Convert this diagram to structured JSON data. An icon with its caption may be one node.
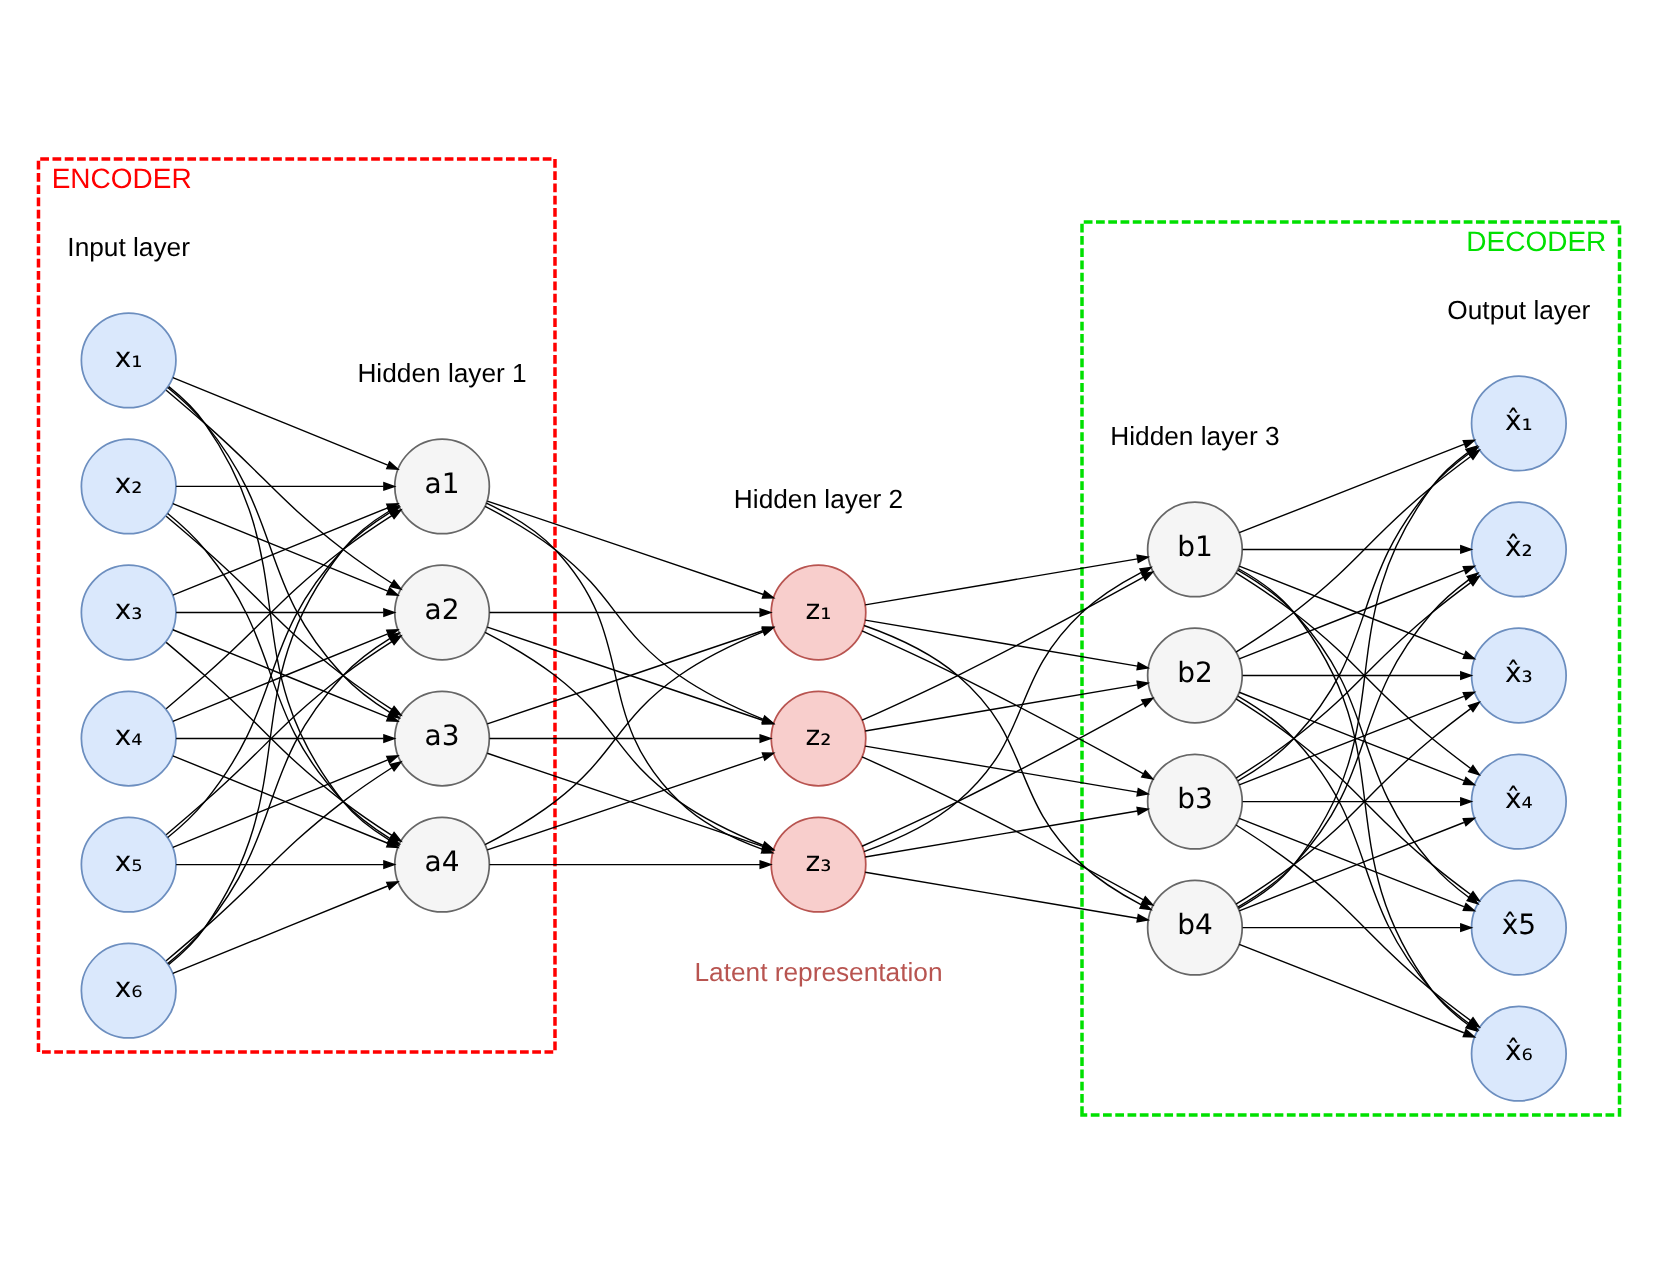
{
  "diagram": {
    "nodes": [
      {
        "text": [
          "ENCODER"
        ]
      },
      {
        "text": [
          "x₁"
        ],
        "in": 0
      },
      {
        "text": [
          "x₂"
        ],
        "in": 0
      },
      {
        "text": [
          "x₃"
        ],
        "in": 0
      },
      {
        "text": [
          "x₄"
        ],
        "in": 0
      },
      {
        "text": [
          "x₅"
        ],
        "in": 0
      },
      {
        "text": [
          "x₆"
        ],
        "in": 0
      },
      {
        "text": [
          "a1"
        ],
        "in": 0
      },
      {
        "text": [
          "a2"
        ],
        "in": 0
      },
      {
        "text": [
          "a3"
        ],
        "in": 0
      },
      {
        "text": [
          "a4"
        ],
        "in": 0
      },
      {
        "text": [
          "z₁"
        ]
      },
      {
        "text": [
          "z₂"
        ]
      },
      {
        "text": [
          "z₃"
        ]
      },
      {
        "text": [
          "DECODER"
        ]
      },
      {
        "text": [
          "b1"
        ],
        "in": 14
      },
      {
        "text": [
          "b2"
        ],
        "in": 14
      },
      {
        "text": [
          "b3"
        ],
        "in": 14
      },
      {
        "text": [
          "b4"
        ],
        "in": 14
      },
      {
        "text": [
          "x̂₁"
        ],
        "in": 14
      },
      {
        "text": [
          "x̂₂"
        ],
        "in": 14
      },
      {
        "text": [
          "x̂₃"
        ],
        "in": 14
      },
      {
        "text": [
          "x̂₄"
        ],
        "in": 14
      },
      {
        "text": [
          "x̂5"
        ],
        "in": 14
      },
      {
        "text": [
          "x̂₆"
        ],
        "in": 14
      }
    ],
    "edges": [
      {
        "from": 1,
        "to": 7,
        "arrow": "to"
      },
      {
        "from": 1,
        "to": 8,
        "arrow": "to"
      },
      {
        "from": 1,
        "to": 9,
        "arrow": "to"
      },
      {
        "from": 1,
        "to": 10,
        "arrow": "to"
      },
      {
        "from": 2,
        "to": 7,
        "arrow": "to"
      },
      {
        "from": 2,
        "to": 8,
        "arrow": "to"
      },
      {
        "from": 2,
        "to": 9,
        "arrow": "to"
      },
      {
        "from": 2,
        "to": 10,
        "arrow": "to"
      },
      {
        "from": 3,
        "to": 7,
        "arrow": "to"
      },
      {
        "from": 3,
        "to": 8,
        "arrow": "to"
      },
      {
        "from": 3,
        "to": 9,
        "arrow": "to"
      },
      {
        "from": 3,
        "to": 10,
        "arrow": "to"
      },
      {
        "from": 4,
        "to": 7,
        "arrow": "to"
      },
      {
        "from": 4,
        "to": 8,
        "arrow": "to"
      },
      {
        "from": 4,
        "to": 9,
        "arrow": "to"
      },
      {
        "from": 4,
        "to": 10,
        "arrow": "to"
      },
      {
        "from": 5,
        "to": 7,
        "arrow": "to"
      },
      {
        "from": 5,
        "to": 8,
        "arrow": "to"
      },
      {
        "from": 5,
        "to": 9,
        "arrow": "to"
      },
      {
        "from": 5,
        "to": 10,
        "arrow": "to"
      },
      {
        "from": 6,
        "to": 7,
        "arrow": "to"
      },
      {
        "from": 6,
        "to": 8,
        "arrow": "to"
      },
      {
        "from": 6,
        "to": 9,
        "arrow": "to"
      },
      {
        "from": 6,
        "to": 10,
        "arrow": "to"
      },
      {
        "from": 7,
        "to": 11,
        "arrow": "to"
      },
      {
        "from": 7,
        "to": 12,
        "arrow": "to"
      },
      {
        "from": 7,
        "to": 13,
        "arrow": "to"
      },
      {
        "from": 8,
        "to": 11,
        "arrow": "to"
      },
      {
        "from": 8,
        "to": 12,
        "arrow": "to"
      },
      {
        "from": 8,
        "to": 13,
        "arrow": "to"
      },
      {
        "from": 9,
        "to": 11,
        "arrow": "to"
      },
      {
        "from": 9,
        "to": 12,
        "arrow": "to"
      },
      {
        "from": 9,
        "to": 13,
        "arrow": "to"
      },
      {
        "from": 10,
        "to": 11,
        "arrow": "to"
      },
      {
        "from": 10,
        "to": 12,
        "arrow": "to"
      },
      {
        "from": 10,
        "to": 13,
        "arrow": "to"
      },
      {
        "from": 11,
        "to": 15,
        "arrow": "to"
      },
      {
        "from": 11,
        "to": 16,
        "arrow": "to"
      },
      {
        "from": 11,
        "to": 17,
        "arrow": "to"
      },
      {
        "from": 11,
        "to": 18,
        "arrow": "to"
      },
      {
        "from": 12,
        "to": 15,
        "arrow": "to"
      },
      {
        "from": 12,
        "to": 16,
        "arrow": "to"
      },
      {
        "from": 12,
        "to": 17,
        "arrow": "to"
      },
      {
        "from": 12,
        "to": 18,
        "arrow": "to"
      },
      {
        "from": 13,
        "to": 15,
        "arrow": "to"
      },
      {
        "from": 13,
        "to": 16,
        "arrow": "to"
      },
      {
        "from": 13,
        "to": 17,
        "arrow": "to"
      },
      {
        "from": 13,
        "to": 18,
        "arrow": "to"
      },
      {
        "from": 15,
        "to": 19,
        "arrow": "to"
      },
      {
        "from": 15,
        "to": 20,
        "arrow": "to"
      },
      {
        "from": 15,
        "to": 21,
        "arrow": "to"
      },
      {
        "from": 15,
        "to": 22,
        "arrow": "to"
      },
      {
        "from": 15,
        "to": 23,
        "arrow": "to"
      },
      {
        "from": 15,
        "to": 24,
        "arrow": "to"
      },
      {
        "from": 16,
        "to": 19,
        "arrow": "to"
      },
      {
        "from": 16,
        "to": 20,
        "arrow": "to"
      },
      {
        "from": 16,
        "to": 21,
        "arrow": "to"
      },
      {
        "from": 16,
        "to": 22,
        "arrow": "to"
      },
      {
        "from": 16,
        "to": 23,
        "arrow": "to"
      },
      {
        "from": 16,
        "to": 24,
        "arrow": "to"
      },
      {
        "from": 17,
        "to": 19,
        "arrow": "to"
      },
      {
        "from": 17,
        "to": 20,
        "arrow": "to"
      },
      {
        "from": 17,
        "to": 21,
        "arrow": "to"
      },
      {
        "from": 17,
        "to": 22,
        "arrow": "to"
      },
      {
        "from": 17,
        "to": 23,
        "arrow": "to"
      },
      {
        "from": 17,
        "to": 24,
        "arrow": "to"
      },
      {
        "from": 18,
        "to": 19,
        "arrow": "to"
      },
      {
        "from": 18,
        "to": 20,
        "arrow": "to"
      },
      {
        "from": 18,
        "to": 21,
        "arrow": "to"
      },
      {
        "from": 18,
        "to": 22,
        "arrow": "to"
      },
      {
        "from": 18,
        "to": 23,
        "arrow": "to"
      },
      {
        "from": 18,
        "to": 24,
        "arrow": "to"
      }
    ],
    "labels": [
      "Input layer",
      "Hidden layer 1",
      "Hidden layer 2",
      "Hidden layer 3",
      "Output layer",
      "Latent representation"
    ]
  }
}
